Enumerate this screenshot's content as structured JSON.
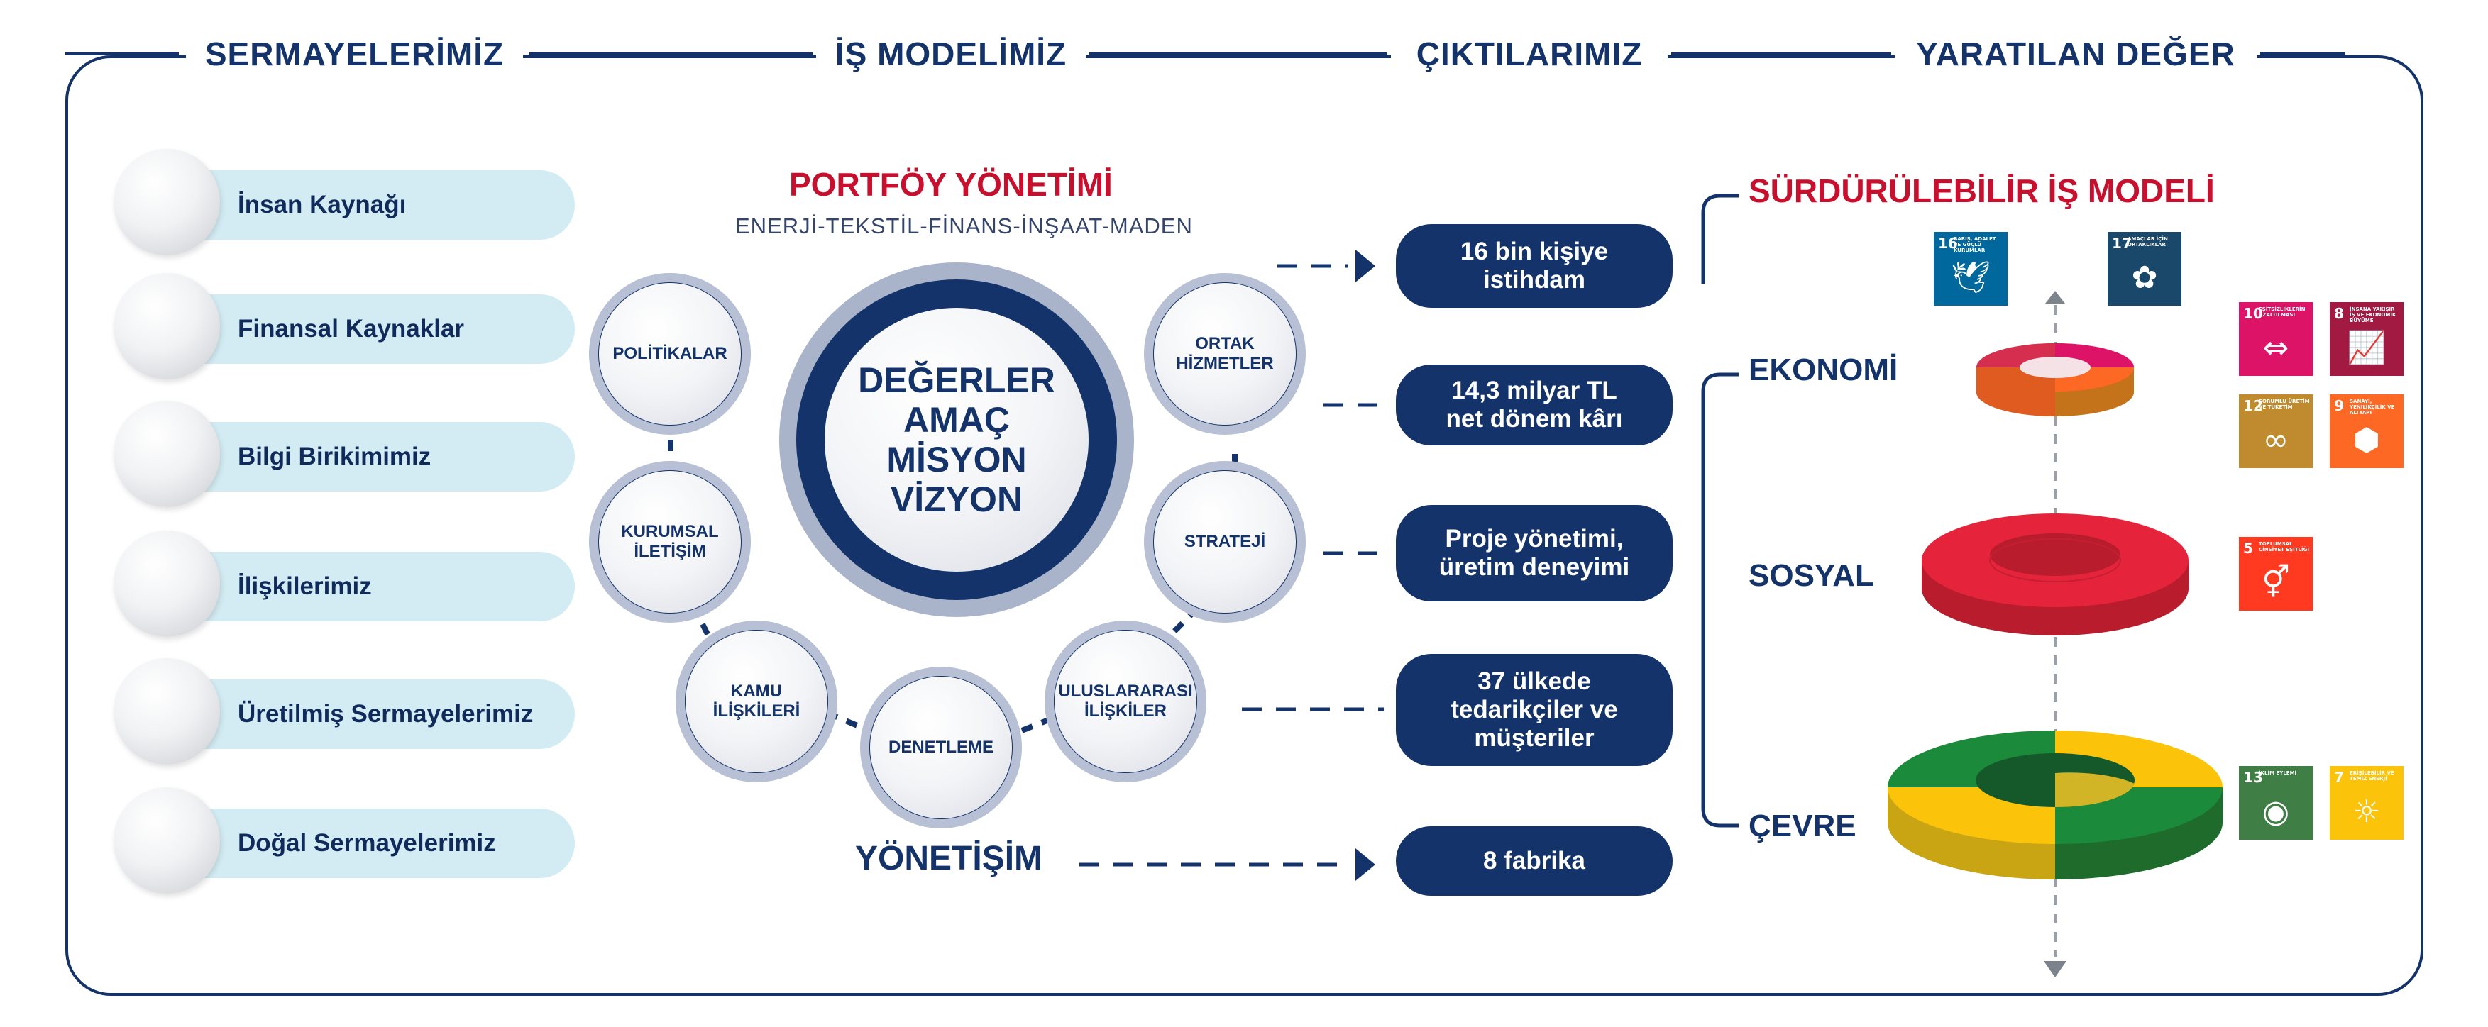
{
  "headers": {
    "capitals": "SERMAYELERİMİZ",
    "business_model": "İŞ MODELİMİZ",
    "outputs": "ÇIKTILARIMIZ",
    "value_created": "YARATILAN DEĞER"
  },
  "capitals": [
    "İnsan Kaynağı",
    "Finansal Kaynaklar",
    "Bilgi Birikimimiz",
    "İlişkilerimiz",
    "Üretilmiş Sermayelerimiz",
    "Doğal Sermayelerimiz"
  ],
  "business_model": {
    "portfolio_title": "PORTFÖY YÖNETİMİ",
    "portfolio_subtitle": "ENERJİ-TEKSTİL-FİNANS-İNŞAAT-MADEN",
    "center_lines": [
      "DEĞERLER",
      "AMAÇ",
      "MİSYON",
      "VİZYON"
    ],
    "nodes": {
      "policies": "POLİTİKALAR",
      "corporate_comm": "KURUMSAL\nİLETİŞİM",
      "public_relations": "KAMU\nİLİŞKİLERİ",
      "audit": "DENETLEME",
      "international": "ULUSLARARASI\nİLİŞKİLER",
      "strategy": "STRATEJİ",
      "shared_services": "ORTAK\nHİZMETLER"
    },
    "governance": "YÖNETİŞİM"
  },
  "outputs": [
    "16 bin kişiye\nistihdam",
    "14,3 milyar TL\nnet dönem kârı",
    "Proje yönetimi,\nüretim deneyimi",
    "37 ülkede\ntedarikçiler ve\nmüşteriler",
    "8 fabrika"
  ],
  "value": {
    "title": "SÜRDÜRÜLEBİLİR İŞ MODELİ",
    "economy": "EKONOMİ",
    "social": "SOSYAL",
    "environment": "ÇEVRE"
  },
  "sdgs": [
    {
      "num": "16",
      "text": "BARIŞ, ADALET VE GÜÇLÜ KURUMLAR",
      "color": "#00689d",
      "icon": "dove-icon",
      "glyph": "🕊"
    },
    {
      "num": "17",
      "text": "AMAÇLAR İÇİN ORTAKLIKLAR",
      "color": "#19486a",
      "icon": "partnership-icon",
      "glyph": "✿"
    },
    {
      "num": "10",
      "text": "EŞİTSİZLİKLERİN AZALTILMASI",
      "color": "#dd1367",
      "icon": "equality-arrows-icon",
      "glyph": "⇔"
    },
    {
      "num": "8",
      "text": "İNSANA YAKIŞIR İŞ VE EKONOMİK BÜYÜME",
      "color": "#a21942",
      "icon": "growth-chart-icon",
      "glyph": "📈"
    },
    {
      "num": "12",
      "text": "SORUMLU ÜRETİM VE TÜKETİM",
      "color": "#bf8b2e",
      "icon": "infinity-icon",
      "glyph": "∞"
    },
    {
      "num": "9",
      "text": "SANAYİ, YENİLİKÇİLİK VE ALTYAPI",
      "color": "#fd6925",
      "icon": "cubes-icon",
      "glyph": "⬢"
    },
    {
      "num": "5",
      "text": "TOPLUMSAL CİNSİYET EŞİTLİĞİ",
      "color": "#ff3a21",
      "icon": "gender-equality-icon",
      "glyph": "⚥"
    },
    {
      "num": "13",
      "text": "İKLİM EYLEMİ",
      "color": "#3f7e44",
      "icon": "eye-earth-icon",
      "glyph": "◉"
    },
    {
      "num": "7",
      "text": "ERİŞİLEBİLİR VE TEMİZ ENERJİ",
      "color": "#fcc30b",
      "icon": "sun-power-icon",
      "glyph": "☼"
    }
  ]
}
